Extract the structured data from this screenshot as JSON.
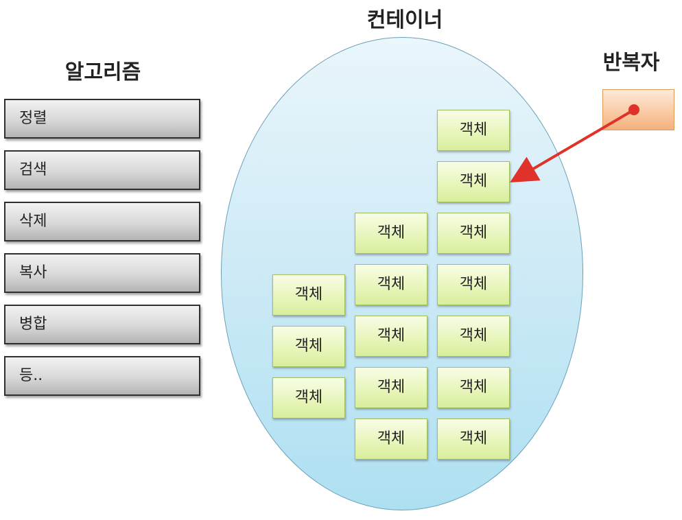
{
  "headings": {
    "algorithms": "알고리즘",
    "container": "컨테이너",
    "iterator": "반복자"
  },
  "algorithms": [
    "정렬",
    "검색",
    "삭제",
    "복사",
    "병합",
    "등.."
  ],
  "object_label": "객체",
  "columns": [
    {
      "count": 3
    },
    {
      "count": 5
    },
    {
      "count": 7
    }
  ],
  "colors": {
    "algorithm_border": "#2f2f2f",
    "container_fill": "#cdeaf6",
    "object_fill": "#e6f5b8",
    "iterator_fill": "#f9c9a1",
    "arrow": "#e0322a"
  }
}
